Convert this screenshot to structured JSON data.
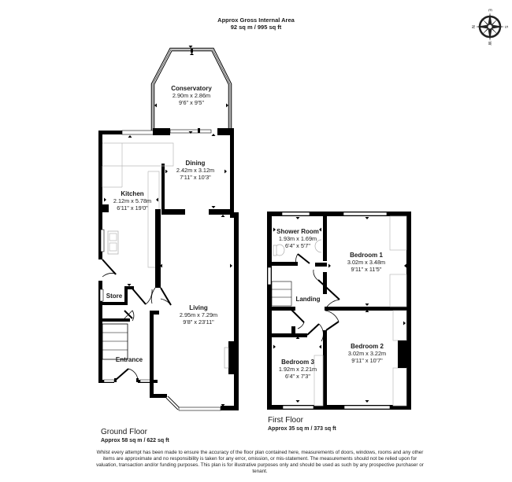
{
  "header": {
    "title": "Approx Gross Internal Area",
    "area": "92 sq m / 995 sq ft"
  },
  "compass": {
    "icon": "compass-rose-icon",
    "labels": {
      "n": "N",
      "e": "E",
      "s": "S",
      "w": "W"
    }
  },
  "ground_floor": {
    "title": "Ground Floor",
    "area": "Approx 58 sq m / 622 sq ft",
    "rooms": [
      {
        "name": "Conservatory",
        "metric": "2.90m x 2.86m",
        "imperial": "9'6\" x 9'5\""
      },
      {
        "name": "Dining",
        "metric": "2.42m x 3.12m",
        "imperial": "7'11\" x 10'3\""
      },
      {
        "name": "Kitchen",
        "metric": "2.12m x 5.78m",
        "imperial": "6'11\" x 19'0\""
      },
      {
        "name": "Living",
        "metric": "2.95m x 7.29m",
        "imperial": "9'8\" x 23'11\""
      },
      {
        "name": "Store"
      },
      {
        "name": "Entrance"
      }
    ]
  },
  "first_floor": {
    "title": "First Floor",
    "area": "Approx 35 sq m / 373 sq ft",
    "rooms": [
      {
        "name": "Shower Room",
        "metric": "1.93m x 1.69m",
        "imperial": "6'4\" x 5'7\""
      },
      {
        "name": "Bedroom 1",
        "metric": "3.02m x 3.48m",
        "imperial": "9'11\" x 11'5\""
      },
      {
        "name": "Landing"
      },
      {
        "name": "Bedroom 2",
        "metric": "3.02m x 3.22m",
        "imperial": "9'11\" x 10'7\""
      },
      {
        "name": "Bedroom 3",
        "metric": "1.92m x 2.21m",
        "imperial": "6'4\" x 7'3\""
      }
    ]
  },
  "disclaimer": "Whilst every attempt has been made to ensure the accuracy of the floor plan contained here, measurements of doors, windows, rooms and any other items are approximate and no responsibility is taken for any error, omission, or mis-statement. The measurements should not be relied upon for valuation, transaction and/or funding purposes. This plan is for illustrative purposes only and should be used as such by any prospective purchaser or tenant.",
  "colors": {
    "wall": "#000000",
    "window": "#ffffff",
    "fixture": "#cccccc",
    "text": "#1a1a1a"
  }
}
